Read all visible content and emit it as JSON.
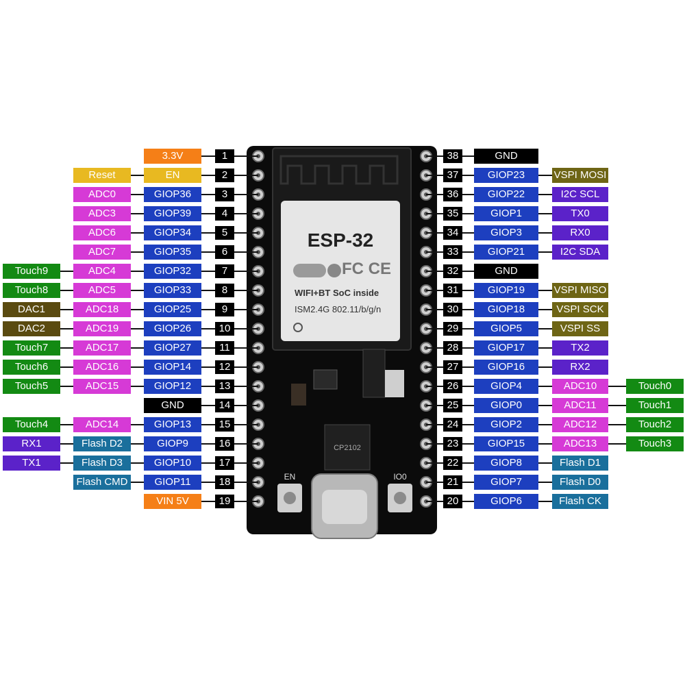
{
  "colors": {
    "power": "#f57f17",
    "reset": "#e8b921",
    "ground": "#000000",
    "gpio": "#1d3fbf",
    "adc": "#d63ad6",
    "touch": "#138a13",
    "dac": "#5a4a10",
    "uart": "#5b22c9",
    "spi": "#6e6515",
    "i2c": "#5b22c9",
    "flash": "#1a6f9c"
  },
  "board": {
    "module_title": "ESP-32",
    "module_line1": "WIFI+BT SoC inside",
    "module_line2": "ISM2.4G 802.11/b/g/n",
    "fcc": "FC CE",
    "en_label": "EN",
    "io0_label": "IO0",
    "chip_text": "CP2102"
  },
  "left_pins": [
    {
      "num": "1",
      "labels": [
        {
          "t": "3.3V",
          "c": "power"
        }
      ]
    },
    {
      "num": "2",
      "labels": [
        {
          "t": "EN",
          "c": "reset"
        },
        {
          "t": "Reset",
          "c": "reset"
        }
      ]
    },
    {
      "num": "3",
      "labels": [
        {
          "t": "GIOP36",
          "c": "gpio"
        },
        {
          "t": "ADC0",
          "c": "adc"
        }
      ]
    },
    {
      "num": "4",
      "labels": [
        {
          "t": "GIOP39",
          "c": "gpio"
        },
        {
          "t": "ADC3",
          "c": "adc"
        }
      ]
    },
    {
      "num": "5",
      "labels": [
        {
          "t": "GIOP34",
          "c": "gpio"
        },
        {
          "t": "ADC6",
          "c": "adc"
        }
      ]
    },
    {
      "num": "6",
      "labels": [
        {
          "t": "GIOP35",
          "c": "gpio"
        },
        {
          "t": "ADC7",
          "c": "adc"
        }
      ]
    },
    {
      "num": "7",
      "labels": [
        {
          "t": "GIOP32",
          "c": "gpio"
        },
        {
          "t": "ADC4",
          "c": "adc"
        },
        {
          "t": "Touch9",
          "c": "touch"
        }
      ]
    },
    {
      "num": "8",
      "labels": [
        {
          "t": "GIOP33",
          "c": "gpio"
        },
        {
          "t": "ADC5",
          "c": "adc"
        },
        {
          "t": "Touch8",
          "c": "touch"
        }
      ]
    },
    {
      "num": "9",
      "labels": [
        {
          "t": "GIOP25",
          "c": "gpio"
        },
        {
          "t": "ADC18",
          "c": "adc"
        },
        {
          "t": "DAC1",
          "c": "dac"
        }
      ]
    },
    {
      "num": "10",
      "labels": [
        {
          "t": "GIOP26",
          "c": "gpio"
        },
        {
          "t": "ADC19",
          "c": "adc"
        },
        {
          "t": "DAC2",
          "c": "dac"
        }
      ]
    },
    {
      "num": "11",
      "labels": [
        {
          "t": "GIOP27",
          "c": "gpio"
        },
        {
          "t": "ADC17",
          "c": "adc"
        },
        {
          "t": "Touch7",
          "c": "touch"
        }
      ]
    },
    {
      "num": "12",
      "labels": [
        {
          "t": "GIOP14",
          "c": "gpio"
        },
        {
          "t": "ADC16",
          "c": "adc"
        },
        {
          "t": "Touch6",
          "c": "touch"
        }
      ]
    },
    {
      "num": "13",
      "labels": [
        {
          "t": "GIOP12",
          "c": "gpio"
        },
        {
          "t": "ADC15",
          "c": "adc"
        },
        {
          "t": "Touch5",
          "c": "touch"
        }
      ]
    },
    {
      "num": "14",
      "labels": [
        {
          "t": "GND",
          "c": "ground"
        }
      ]
    },
    {
      "num": "15",
      "labels": [
        {
          "t": "GIOP13",
          "c": "gpio"
        },
        {
          "t": "ADC14",
          "c": "adc"
        },
        {
          "t": "Touch4",
          "c": "touch"
        }
      ]
    },
    {
      "num": "16",
      "labels": [
        {
          "t": "GIOP9",
          "c": "gpio"
        },
        {
          "t": "Flash D2",
          "c": "flash"
        },
        {
          "t": "RX1",
          "c": "uart"
        }
      ]
    },
    {
      "num": "17",
      "labels": [
        {
          "t": "GIOP10",
          "c": "gpio"
        },
        {
          "t": "Flash D3",
          "c": "flash"
        },
        {
          "t": "TX1",
          "c": "uart"
        }
      ]
    },
    {
      "num": "18",
      "labels": [
        {
          "t": "GIOP11",
          "c": "gpio"
        },
        {
          "t": "Flash CMD",
          "c": "flash"
        }
      ]
    },
    {
      "num": "19",
      "labels": [
        {
          "t": "VIN 5V",
          "c": "power"
        }
      ]
    }
  ],
  "right_pins": [
    {
      "num": "38",
      "labels": [
        {
          "t": "GND",
          "c": "ground"
        }
      ]
    },
    {
      "num": "37",
      "labels": [
        {
          "t": "GIOP23",
          "c": "gpio"
        },
        {
          "t": "VSPI MOSI",
          "c": "spi"
        }
      ]
    },
    {
      "num": "36",
      "labels": [
        {
          "t": "GIOP22",
          "c": "gpio"
        },
        {
          "t": "I2C SCL",
          "c": "i2c"
        }
      ]
    },
    {
      "num": "35",
      "labels": [
        {
          "t": "GIOP1",
          "c": "gpio"
        },
        {
          "t": "TX0",
          "c": "uart"
        }
      ]
    },
    {
      "num": "34",
      "labels": [
        {
          "t": "GIOP3",
          "c": "gpio"
        },
        {
          "t": "RX0",
          "c": "uart"
        }
      ]
    },
    {
      "num": "33",
      "labels": [
        {
          "t": "GIOP21",
          "c": "gpio"
        },
        {
          "t": "I2C SDA",
          "c": "i2c"
        }
      ]
    },
    {
      "num": "32",
      "labels": [
        {
          "t": "GND",
          "c": "ground"
        }
      ]
    },
    {
      "num": "31",
      "labels": [
        {
          "t": "GIOP19",
          "c": "gpio"
        },
        {
          "t": "VSPI MISO",
          "c": "spi"
        }
      ]
    },
    {
      "num": "30",
      "labels": [
        {
          "t": "GIOP18",
          "c": "gpio"
        },
        {
          "t": "VSPI SCK",
          "c": "spi"
        }
      ]
    },
    {
      "num": "29",
      "labels": [
        {
          "t": "GIOP5",
          "c": "gpio"
        },
        {
          "t": "VSPI SS",
          "c": "spi"
        }
      ]
    },
    {
      "num": "28",
      "labels": [
        {
          "t": "GIOP17",
          "c": "gpio"
        },
        {
          "t": "TX2",
          "c": "uart"
        }
      ]
    },
    {
      "num": "27",
      "labels": [
        {
          "t": "GIOP16",
          "c": "gpio"
        },
        {
          "t": "RX2",
          "c": "uart"
        }
      ]
    },
    {
      "num": "26",
      "labels": [
        {
          "t": "GIOP4",
          "c": "gpio"
        },
        {
          "t": "ADC10",
          "c": "adc"
        },
        {
          "t": "Touch0",
          "c": "touch"
        }
      ]
    },
    {
      "num": "25",
      "labels": [
        {
          "t": "GIOP0",
          "c": "gpio"
        },
        {
          "t": "ADC11",
          "c": "adc"
        },
        {
          "t": "Touch1",
          "c": "touch"
        }
      ]
    },
    {
      "num": "24",
      "labels": [
        {
          "t": "GIOP2",
          "c": "gpio"
        },
        {
          "t": "ADC12",
          "c": "adc"
        },
        {
          "t": "Touch2",
          "c": "touch"
        }
      ]
    },
    {
      "num": "23",
      "labels": [
        {
          "t": "GIOP15",
          "c": "gpio"
        },
        {
          "t": "ADC13",
          "c": "adc"
        },
        {
          "t": "Touch3",
          "c": "touch"
        }
      ]
    },
    {
      "num": "22",
      "labels": [
        {
          "t": "GIOP8",
          "c": "gpio"
        },
        {
          "t": "Flash D1",
          "c": "flash"
        }
      ]
    },
    {
      "num": "21",
      "labels": [
        {
          "t": "GIOP7",
          "c": "gpio"
        },
        {
          "t": "Flash D0",
          "c": "flash"
        }
      ]
    },
    {
      "num": "20",
      "labels": [
        {
          "t": "GIOP6",
          "c": "gpio"
        },
        {
          "t": "Flash CK",
          "c": "flash"
        }
      ]
    }
  ]
}
